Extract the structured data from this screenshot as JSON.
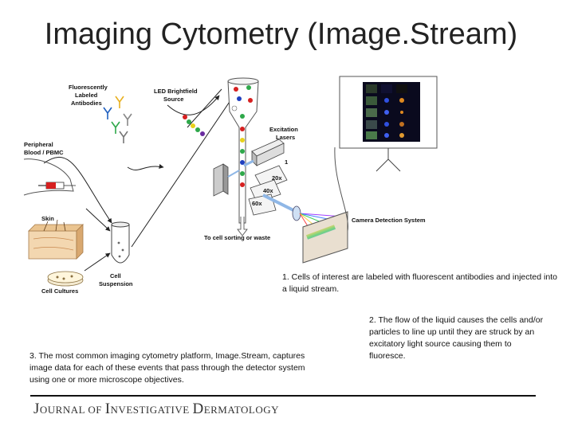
{
  "title": "Imaging Cytometry (Image.Stream)",
  "diagram": {
    "labels": {
      "antibodies_1": "Fluorescently",
      "antibodies_2": "Labeled",
      "antibodies_3": "Antibodies",
      "led_1": "LED Brightfield",
      "led_2": "Source",
      "blood_1": "Peripheral",
      "blood_2": "Blood / PBMC",
      "skin": "Skin",
      "suspension_1": "Cell",
      "suspension_2": "Suspension",
      "cultures": "Cell Cultures",
      "excitation_1": "Excitation",
      "excitation_2": "Lasers",
      "num_1": "1",
      "obj_20": "20x",
      "obj_40": "40x",
      "obj_60": "60x",
      "camera": "Camera Detection System",
      "sorting": "To cell sorting or waste"
    }
  },
  "captions": {
    "step1": "1. Cells of interest are labeled with fluorescent antibodies and injected into a liquid stream.",
    "step2": "2. The flow of the liquid causes the cells and/or particles to line up until they are struck by an excitatory light source causing them to fluoresce.",
    "step3": "3. The most common imaging cytometry platform, Image.Stream, captures image data for each of these events that pass through the detector system using one or more microscope objectives."
  },
  "footer": {
    "journal_j": "J",
    "journal_of": "OURNAL OF ",
    "journal_i": "I",
    "journal_investigative": "NVESTIGATIVE ",
    "journal_d": "D",
    "journal_dermatology": "ERMATOLOGY"
  },
  "colors": {
    "red": "#d62020",
    "green": "#2ea84a",
    "yellow": "#e8d21a",
    "blue": "#1f3fbf",
    "purple": "#6a2ca0",
    "laser_beam": "#8fb7e6",
    "screen": "#e9dfd0"
  }
}
